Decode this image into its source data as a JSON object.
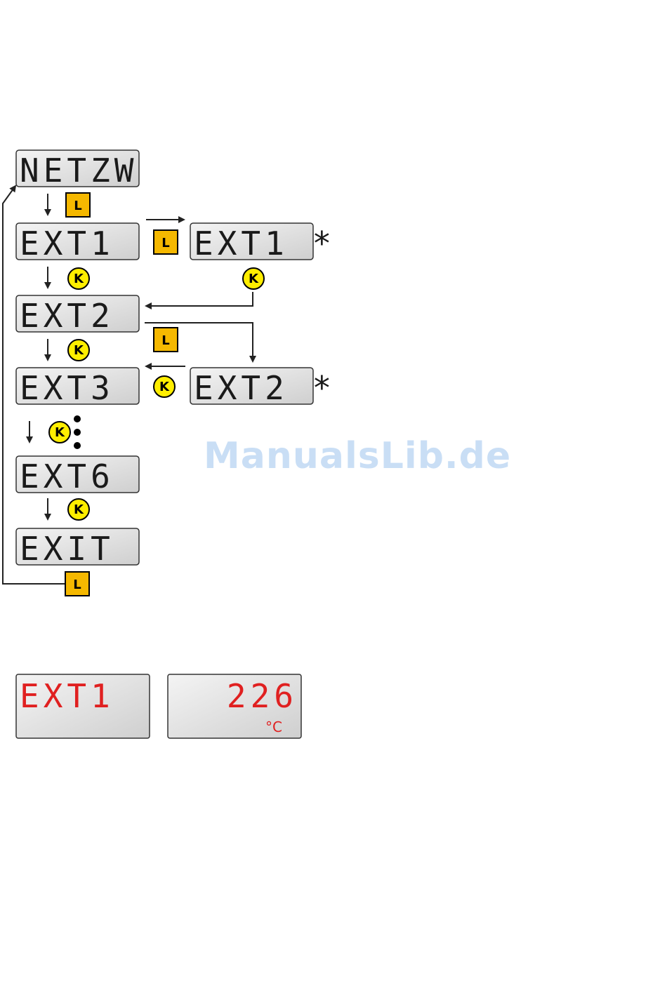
{
  "displays": {
    "netzw": "NETZW",
    "ext1": "EXT1",
    "ext1_star": "EXT1 *",
    "ext2": "EXT2",
    "ext2_star": "EXT2 *",
    "ext3": "EXT3",
    "ext6": "EXT6",
    "exit": "EXIT",
    "bottom_left": "EXT1",
    "bottom_right_value": "226",
    "bottom_right_unit": "°C"
  },
  "buttons": {
    "l_key": "L",
    "k_key": "K"
  },
  "watermark": "ManualsLib.de",
  "colors": {
    "lcd_red": "#e02020",
    "l_button": "#f5b800",
    "k_button": "#ffee00",
    "watermark": "#c9def5"
  }
}
